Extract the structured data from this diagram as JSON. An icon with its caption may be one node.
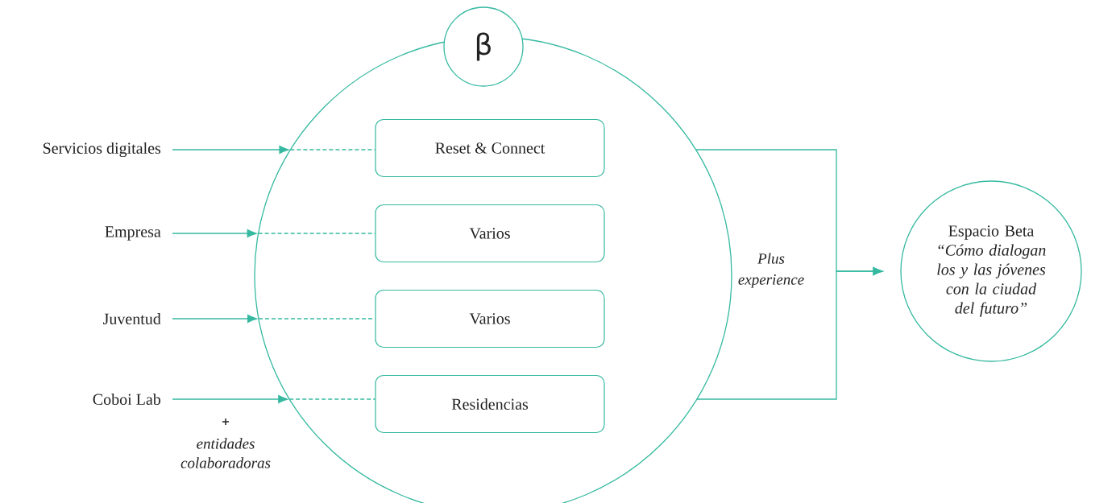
{
  "diagram": {
    "nodes": [
      {
        "text": [],
        "shape": "circle"
      },
      {
        "text": [
          "β"
        ]
      },
      {
        "text": [
          "Servicios digitales"
        ]
      },
      {
        "text": [
          "Reset & Connect"
        ],
        "in": 0
      },
      {
        "text": [
          "Empresa"
        ]
      },
      {
        "text": [
          "Varios"
        ],
        "in": 0
      },
      {
        "text": [
          "Juventud"
        ]
      },
      {
        "text": [
          "Varios"
        ],
        "in": 0
      },
      {
        "text": [
          "Coboi Lab"
        ]
      },
      {
        "text": [
          "Residencias"
        ],
        "in": 0
      },
      {
        "text": [
          "Espacio Beta",
          "“Cómo dialogan los y las jóvenes con la ciudad del futuro”"
        ]
      }
    ],
    "edges": [
      {
        "from": 2,
        "to": 0,
        "arrow": "to"
      },
      {
        "from": 0,
        "to": 3,
        "arrow": "none",
        "style": "dashed"
      },
      {
        "from": 4,
        "to": 0,
        "arrow": "to"
      },
      {
        "from": 0,
        "to": 5,
        "arrow": "none",
        "style": "dashed"
      },
      {
        "from": 6,
        "to": 0,
        "arrow": "to"
      },
      {
        "from": 0,
        "to": 7,
        "arrow": "none",
        "style": "dashed"
      },
      {
        "from": 8,
        "to": 0,
        "arrow": "to"
      },
      {
        "from": 0,
        "to": 9,
        "arrow": "none",
        "style": "dashed"
      },
      {
        "from": 0,
        "to": 10,
        "arrow": "to"
      },
      {
        "from": 0,
        "to": 10,
        "arrow": "to"
      }
    ],
    "labels": [
      "+",
      "entidades colaboradoras",
      "Plus experience"
    ]
  }
}
